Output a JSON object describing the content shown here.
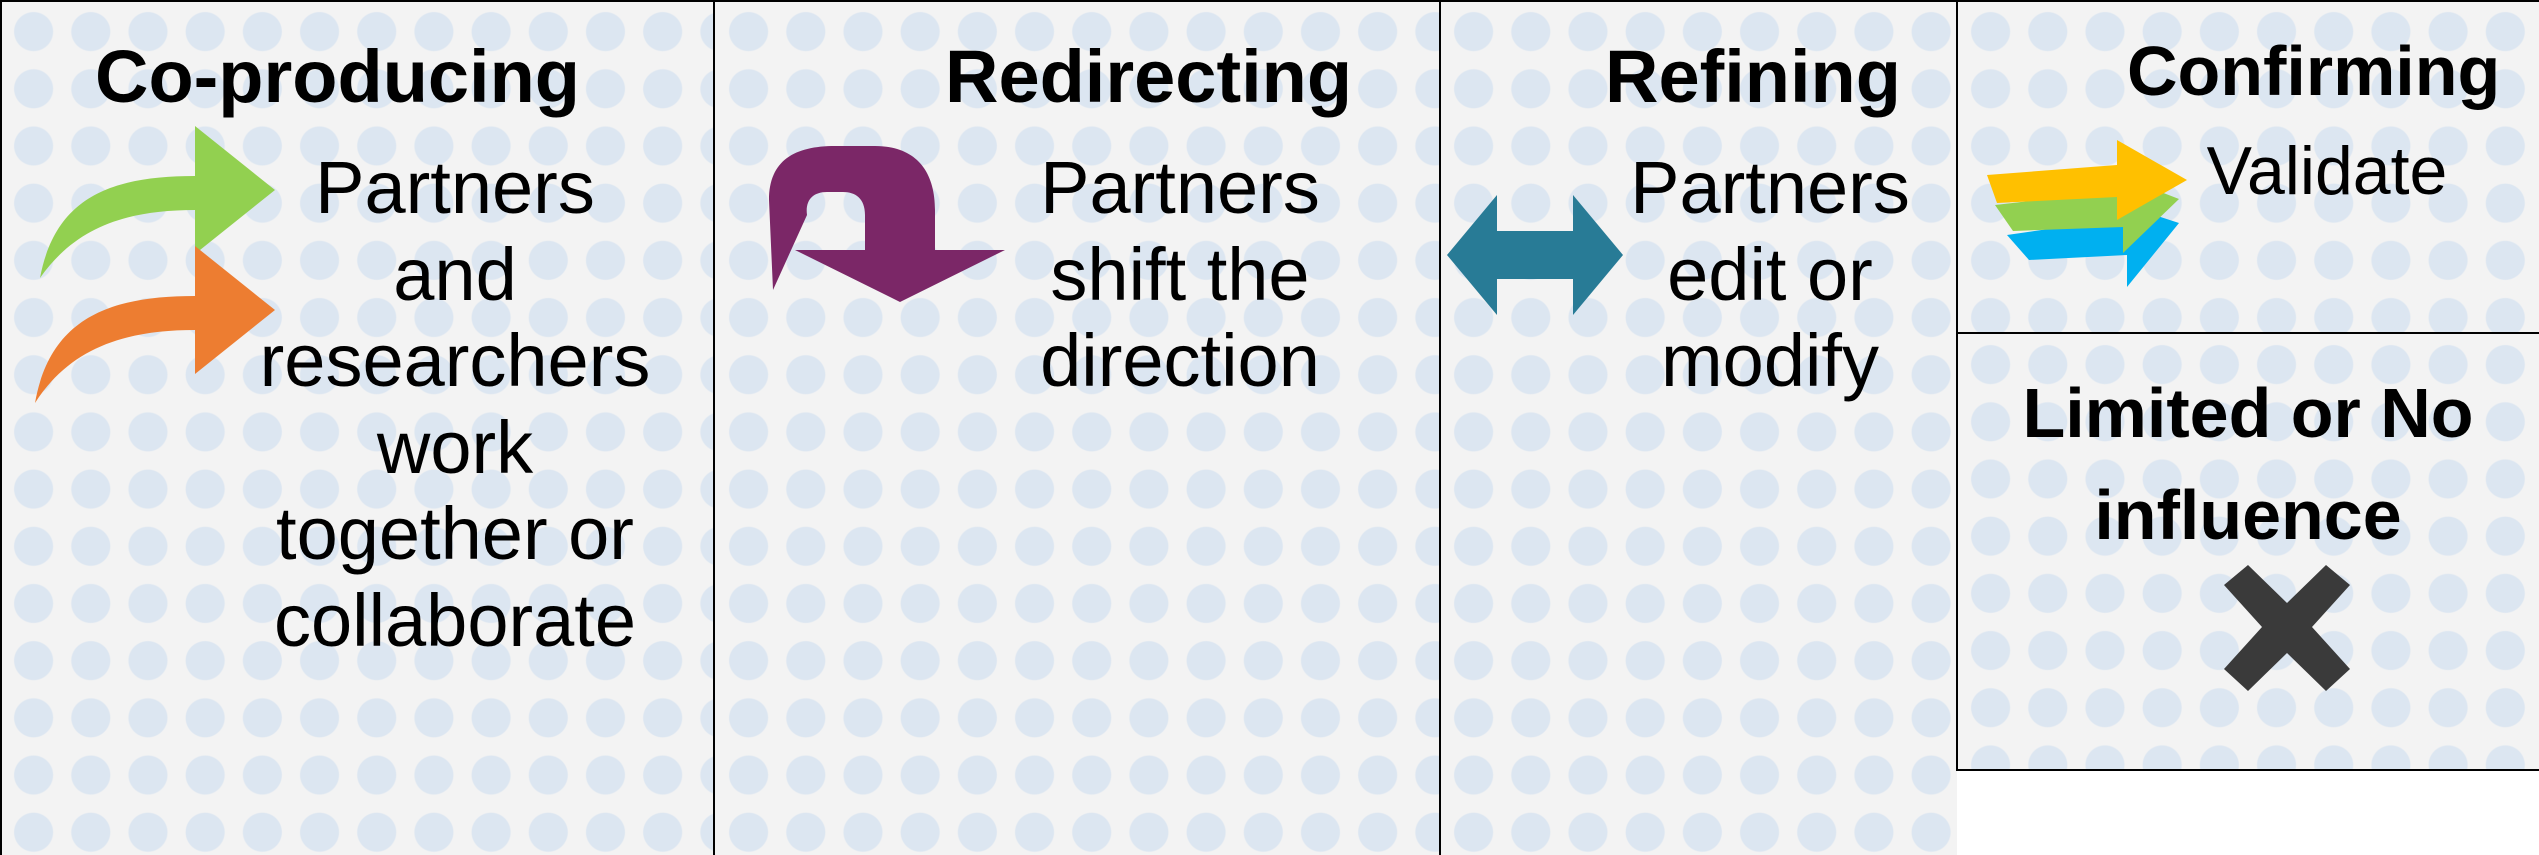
{
  "panels": {
    "coproducing": {
      "title": "Co-producing",
      "lines": [
        "Partners",
        "and",
        "researchers",
        "work",
        "together or",
        "collaborate"
      ]
    },
    "redirecting": {
      "title": "Redirecting",
      "lines": [
        "Partners",
        "shift the",
        "direction"
      ]
    },
    "refining": {
      "title": "Refining",
      "lines": [
        "Partners",
        "edit or",
        "modify"
      ]
    },
    "confirming": {
      "title": "Confirming",
      "lines": [
        "Validate"
      ]
    },
    "limited": {
      "title_lines": [
        "Limited or No",
        "influence"
      ]
    }
  },
  "icons": {
    "coproducing": "curved-arrows-icon",
    "redirecting": "u-turn-arrow-icon",
    "refining": "double-arrow-icon",
    "confirming": "stacked-arrows-icon",
    "limited": "x-mark-icon"
  },
  "colors": {
    "panel_background": "#f3f3f3",
    "dot": "#dce6f1",
    "arrow_green": "#92d050",
    "arrow_orange": "#ed7d31",
    "arrow_purple": "#7b2767",
    "arrow_teal": "#287b96",
    "arrow_yellow": "#ffc000",
    "arrow_blue": "#00b0f0",
    "x_mark": "#3a3a3a"
  }
}
